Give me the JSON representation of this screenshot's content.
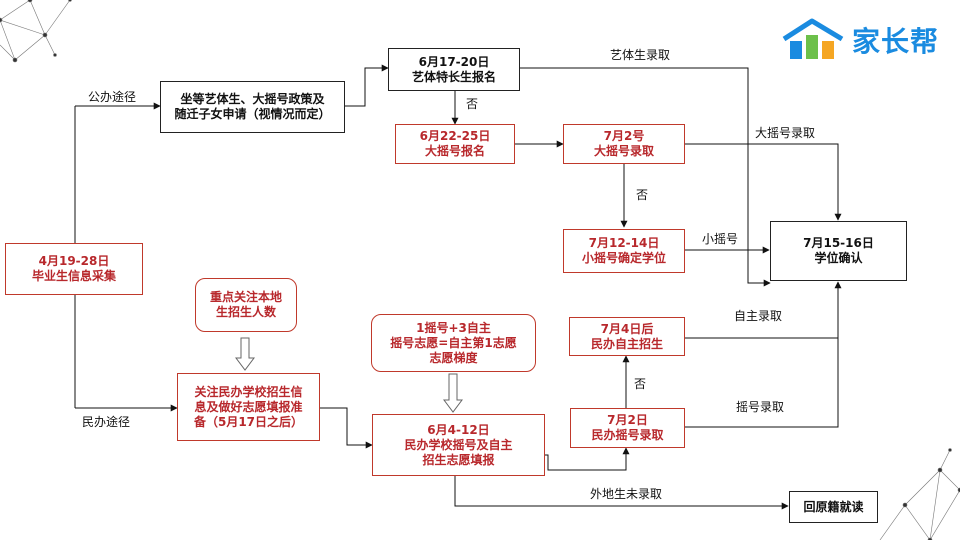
{
  "logo": {
    "text": "家长帮",
    "icon": "house-logo-icon",
    "colors": {
      "blue": "#1a8be0",
      "green": "#6cc04a",
      "orange": "#f5a623"
    }
  },
  "colors": {
    "red": "#b8282c",
    "black": "#111111"
  },
  "nodes": {
    "info_collect": "4月19-28日\n毕业生信息采集",
    "public_policy": "坐等艺体生、大摇号政策及\n随迁子女申请（视情况而定）",
    "arts_signup": "6月17-20日\n艺体特长生报名",
    "big_lottery_signup": "6月22-25日\n大摇号报名",
    "big_lottery_admit": "7月2号\n大摇号录取",
    "small_lottery": "7月12-14日\n小摇号确定学位",
    "confirm": "7月15-16日\n学位确认",
    "watch_local": "重点关注本地\n生招生人数",
    "private_watch": "关注民办学校招生信\n息及做好志愿填报准\n备（5月17日之后）",
    "lottery_rule": "1摇号+3自主\n摇号志愿=自主第1志愿\n志愿梯度",
    "private_signup": "6月4-12日\n民办学校摇号及自主\n招生志愿填报",
    "private_lottery": "7月2日\n民办摇号录取",
    "private_self": "7月4日后\n民办自主招生",
    "return_home": "回原籍就读"
  },
  "labels": {
    "public_path": "公办途径",
    "private_path": "民办途径",
    "arts_admit": "艺体生录取",
    "no1": "否",
    "big_admit": "大摇号录取",
    "no2": "否",
    "small_lottery": "小摇号",
    "self_admit": "自主录取",
    "no3": "否",
    "lottery_admit": "摇号录取",
    "nonlocal": "外地生未录取"
  }
}
